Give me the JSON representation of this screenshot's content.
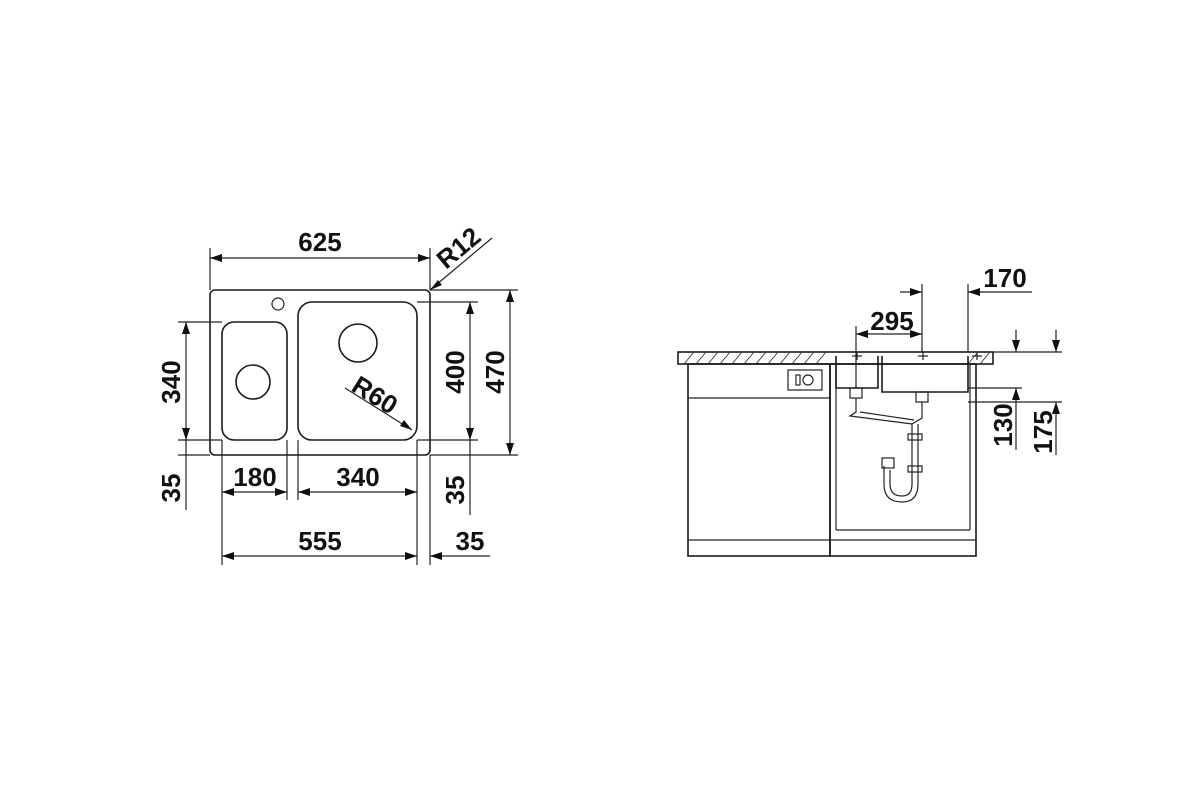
{
  "top_view": {
    "overall_width": "625",
    "corner_radius": "R12",
    "small_bowl_height": "340",
    "large_bowl_height": "400",
    "overall_depth": "470",
    "bowl_radius": "R60",
    "bottom_margin_left": "35",
    "small_bowl_width": "180",
    "large_bowl_width": "340",
    "bottom_margin_right": "35",
    "cutout_width": "555",
    "side_margin": "35"
  },
  "side_view": {
    "drain_offset": "170",
    "drain_spacing": "295",
    "bowl_depth_small": "130",
    "bowl_depth_large": "175"
  },
  "colors": {
    "line": "#222222",
    "text": "#111111",
    "background": "#ffffff"
  }
}
